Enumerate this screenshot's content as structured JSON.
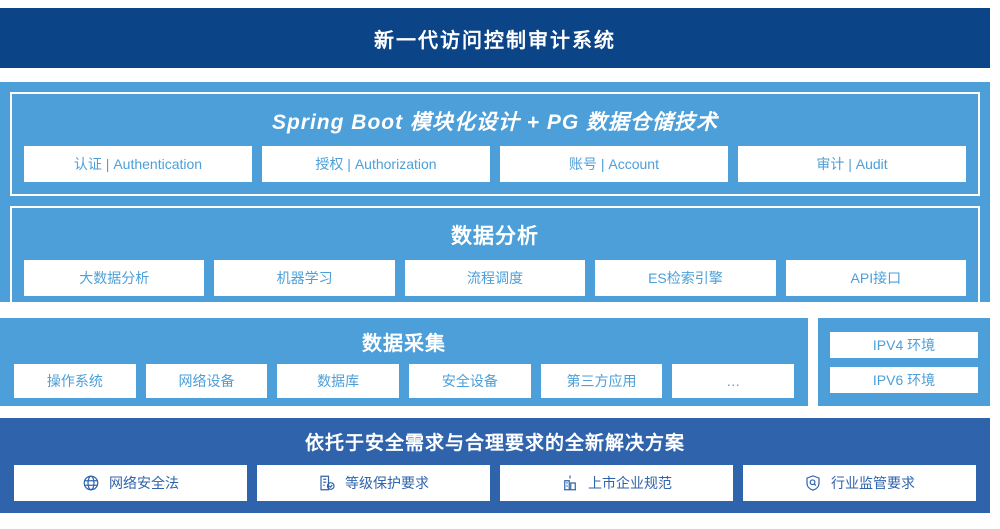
{
  "header": {
    "title": "新一代访问控制审计系统"
  },
  "colors": {
    "title_bar": "#0c4488",
    "panel_blue": "#4c9fd8",
    "solution_blue": "#2f63ab",
    "card_bg": "#ffffff"
  },
  "platform_section": {
    "title": "Spring Boot 模块化设计 + PG 数据仓储技术",
    "cards": [
      {
        "label": "认证 | Authentication"
      },
      {
        "label": "授权 | Authorization"
      },
      {
        "label": "账号 | Account"
      },
      {
        "label": "审计 | Audit"
      }
    ]
  },
  "analysis_section": {
    "title": "数据分析",
    "cards": [
      {
        "label": "大数据分析"
      },
      {
        "label": "机器学习"
      },
      {
        "label": "流程调度"
      },
      {
        "label": "ES检索引擎"
      },
      {
        "label": "API接口"
      }
    ]
  },
  "collection_section": {
    "title": "数据采集",
    "cards": [
      {
        "label": "操作系统"
      },
      {
        "label": "网络设备"
      },
      {
        "label": "数据库"
      },
      {
        "label": "安全设备"
      },
      {
        "label": "第三方应用"
      },
      {
        "label": "…"
      }
    ]
  },
  "environment_section": {
    "cards": [
      {
        "label": "IPV4 环境"
      },
      {
        "label": "IPV6 环境"
      }
    ]
  },
  "solution_section": {
    "title": "依托于安全需求与合理要求的全新解决方案",
    "cards": [
      {
        "label": "网络安全法",
        "icon": "globe-icon"
      },
      {
        "label": "等级保护要求",
        "icon": "document-check-icon"
      },
      {
        "label": "上市企业规范",
        "icon": "bank-building-icon"
      },
      {
        "label": "行业监管要求",
        "icon": "shield-search-icon"
      }
    ]
  }
}
